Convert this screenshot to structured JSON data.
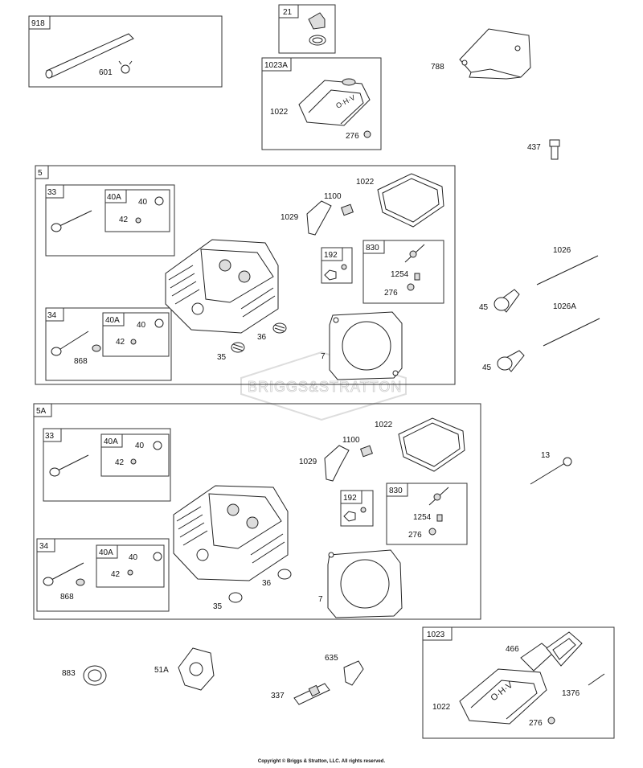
{
  "watermark": "BRIGGS&STRATTON",
  "copyright": "Copyright © Briggs & Stratton, LLC. All rights reserved.",
  "groups": {
    "g918": "918",
    "g21": "21",
    "g1023A": "1023A",
    "g5": "5",
    "g33a": "33",
    "g40Aa": "40A",
    "g192a": "192",
    "g830a": "830",
    "g34a": "34",
    "g40Ab": "40A",
    "g5A": "5A",
    "g33b": "33",
    "g40Ac": "40A",
    "g192b": "192",
    "g830b": "830",
    "g34b": "34",
    "g40Ad": "40A",
    "g1023": "1023"
  },
  "labels": {
    "l601": "601",
    "l788": "788",
    "l1022a": "1022",
    "l276a": "276",
    "l437": "437",
    "l1022b": "1022",
    "l1100a": "1100",
    "l1029a": "1029",
    "l40a": "40",
    "l42a": "42",
    "l1254a": "1254",
    "l276b": "276",
    "l40b": "40",
    "l42b": "42",
    "l868a": "868",
    "l36a": "36",
    "l35a": "35",
    "l7a": "7",
    "l1026": "1026",
    "l45a": "45",
    "l1026A": "1026A",
    "l45b": "45",
    "l1022c": "1022",
    "l1100b": "1100",
    "l1029b": "1029",
    "l40c": "40",
    "l42c": "42",
    "l1254b": "1254",
    "l276c": "276",
    "l40d": "40",
    "l42d": "42",
    "l868b": "868",
    "l36b": "36",
    "l35b": "35",
    "l7b": "7",
    "l13": "13",
    "l883": "883",
    "l51A": "51A",
    "l635": "635",
    "l337": "337",
    "l466": "466",
    "l1376": "1376",
    "l1022d": "1022",
    "l276d": "276"
  }
}
